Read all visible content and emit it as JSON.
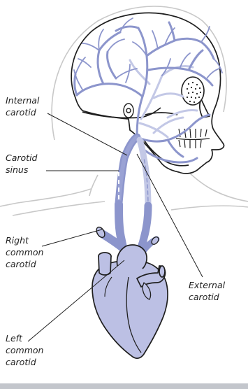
{
  "labels": {
    "internal_carotid": [
      "Internal",
      "carotid"
    ],
    "carotid_sinus": [
      "Carotid",
      "sinus"
    ],
    "right_common_carotid": [
      "Right",
      "common",
      "carotid"
    ],
    "external_carotid": [
      "External",
      "carotid"
    ],
    "left_common_carotid": [
      "Left",
      "common",
      "carotid"
    ]
  },
  "colors": {
    "vessel": "#8c95cc",
    "vessel_light": "#c3c8e6",
    "heart_fill": "#bcc0e4",
    "outline": "#1f1f1f",
    "silhouette": "#c8c8c8",
    "bottom_bar": "#c3c6cc"
  }
}
